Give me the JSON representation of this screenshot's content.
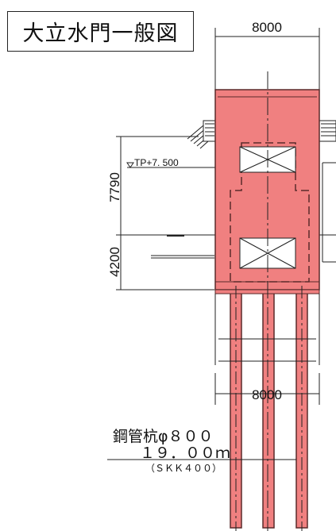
{
  "title": "大立水門一般図",
  "dims": {
    "top_width": "8000",
    "bottom_width": "8000",
    "height_upper": "7790",
    "height_lower": "4200"
  },
  "elevation_label": "TP+7. 500",
  "pile": {
    "name": "鋼管杭φ８００",
    "length": "１９．００ｍ",
    "material": "（ＳＫＫ４００）"
  },
  "colors": {
    "structure_fill": "#f08080",
    "structure_stroke": "#5a2a2a",
    "line": "#222222"
  }
}
